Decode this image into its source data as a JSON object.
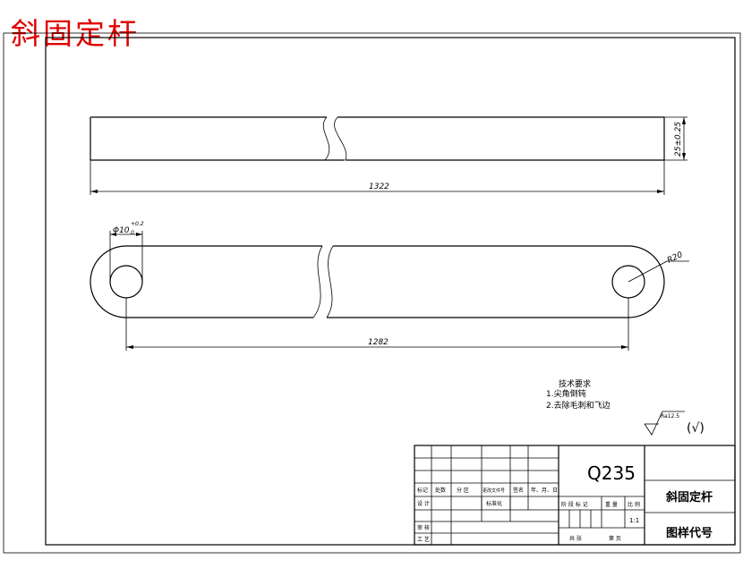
{
  "header": {
    "title": "斜固定杆"
  },
  "part_top": {
    "length_dim": "1322",
    "height_dim": "25±0.25"
  },
  "part_bottom": {
    "hole_dim": "Φ10",
    "hole_tol_upper": "+0.2",
    "hole_tol_lower": "0",
    "radius_dim": "R20",
    "center_dim": "1282"
  },
  "notes": {
    "heading": "技术要求",
    "items": [
      "1.尖角倒钝",
      "2.去除毛刺和飞边"
    ]
  },
  "surface_finish": {
    "symbol_label": "Ra12.5",
    "rest_label": "(√)"
  },
  "title_block": {
    "material": "Q235",
    "part_name": "斜固定杆",
    "drawing_code": "图样代号",
    "scale": "1:1",
    "rev_headers": [
      "标记",
      "处数",
      "分 区",
      "更改文件号",
      "签名",
      "年、月、日"
    ],
    "role_labels": [
      "设 计",
      "标准化",
      "审 核",
      "工 艺"
    ],
    "stage_headers": [
      "阶 段 标 记",
      "重 量",
      "比 例"
    ],
    "sheet_labels": [
      "共 张",
      "第 页"
    ]
  }
}
